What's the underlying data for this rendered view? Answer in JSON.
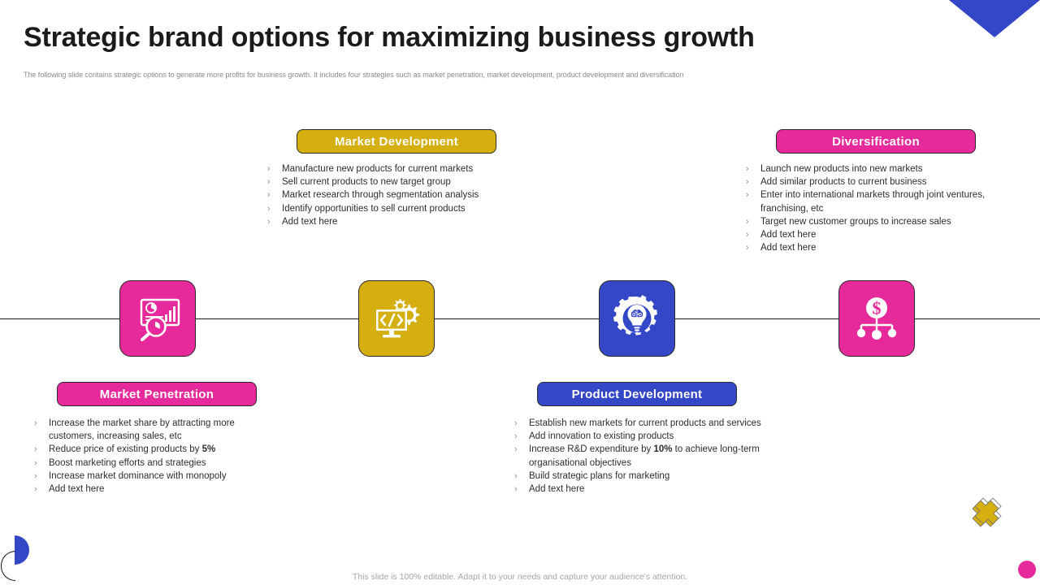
{
  "header": {
    "title": "Strategic brand options for maximizing business growth",
    "subtitle": "The following slide contains strategic options to generate more profits for business growth. It includes four strategies such as market penetration, market development, product development and diversification"
  },
  "footer": {
    "note": "This slide is 100% editable. Adapt it to your needs and capture your audience's attention."
  },
  "colors": {
    "pink": "#e62a9b",
    "yellow": "#d4af0f",
    "blue": "#3447c7",
    "title_text": "#1b1b1b",
    "body_text": "#2d2d2d",
    "muted_text": "#8a8a8a"
  },
  "bullet_marker": "›",
  "strategies": [
    {
      "id": "market-penetration",
      "label": "Market Penetration",
      "color": "#e62a9b",
      "icon": "market-research-magnifier-icon",
      "position": "bottom",
      "items": [
        "Increase the market share by attracting more customers, increasing sales, etc",
        "Reduce price of existing products by 5%",
        "Boost marketing efforts and strategies",
        "Increase market dominance with monopoly",
        "Add text here"
      ],
      "emphasis": [
        "5%"
      ]
    },
    {
      "id": "market-development",
      "label": "Market Development",
      "color": "#d4af0f",
      "icon": "code-monitor-gears-icon",
      "position": "top",
      "items": [
        "Manufacture new products for current markets",
        "Sell current products to new target group",
        "Market research through segmentation analysis",
        "Identify opportunities to sell current products",
        "Add text here"
      ],
      "emphasis": []
    },
    {
      "id": "product-development",
      "label": "Product Development",
      "color": "#3447c7",
      "icon": "gear-lightbulb-brain-icon",
      "position": "bottom",
      "items": [
        "Establish new markets for current products and services",
        "Add innovation to existing products",
        "Increase R&D expenditure by 10% to achieve long-term organisational objectives",
        "Build strategic plans for marketing",
        "Add text here"
      ],
      "emphasis": [
        "10%"
      ]
    },
    {
      "id": "diversification",
      "label": "Diversification",
      "color": "#e62a9b",
      "icon": "dollar-hierarchy-icon",
      "position": "top",
      "items": [
        "Launch new products into new markets",
        "Add similar products to current business",
        "Enter into international markets through joint ventures, franchising, etc",
        "Target new customer groups to increase sales",
        "Add text here",
        "Add text here"
      ],
      "emphasis": []
    }
  ],
  "decorations": {
    "top_right_triangle": "#3447c7",
    "bottom_right_cross": "#d4af0f",
    "bottom_right_dot": "#e62a9b",
    "bottom_left_half_circle": "#3447c7"
  }
}
